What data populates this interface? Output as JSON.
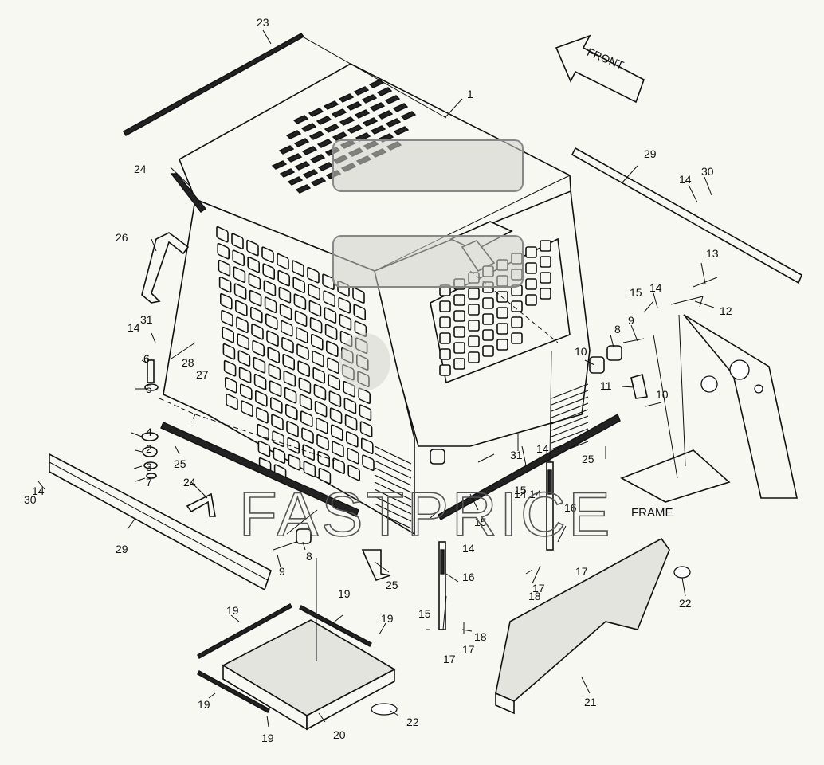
{
  "diagram": {
    "direction_label": "FRONT",
    "frame_label": "FRAME",
    "watermark": "FASTPRICE",
    "callouts": [
      "1",
      "2",
      "3",
      "4",
      "5",
      "6",
      "7",
      "8",
      "8",
      "9",
      "9",
      "10",
      "10",
      "11",
      "12",
      "13",
      "14",
      "14",
      "14",
      "14",
      "14",
      "14",
      "14",
      "14",
      "15",
      "15",
      "15",
      "15",
      "16",
      "16",
      "17",
      "17",
      "17",
      "17",
      "18",
      "18",
      "19",
      "19",
      "19",
      "19",
      "19",
      "20",
      "21",
      "22",
      "22",
      "23",
      "24",
      "24",
      "25",
      "25",
      "25",
      "26",
      "27",
      "28",
      "29",
      "29",
      "30",
      "30",
      "31",
      "31"
    ]
  }
}
